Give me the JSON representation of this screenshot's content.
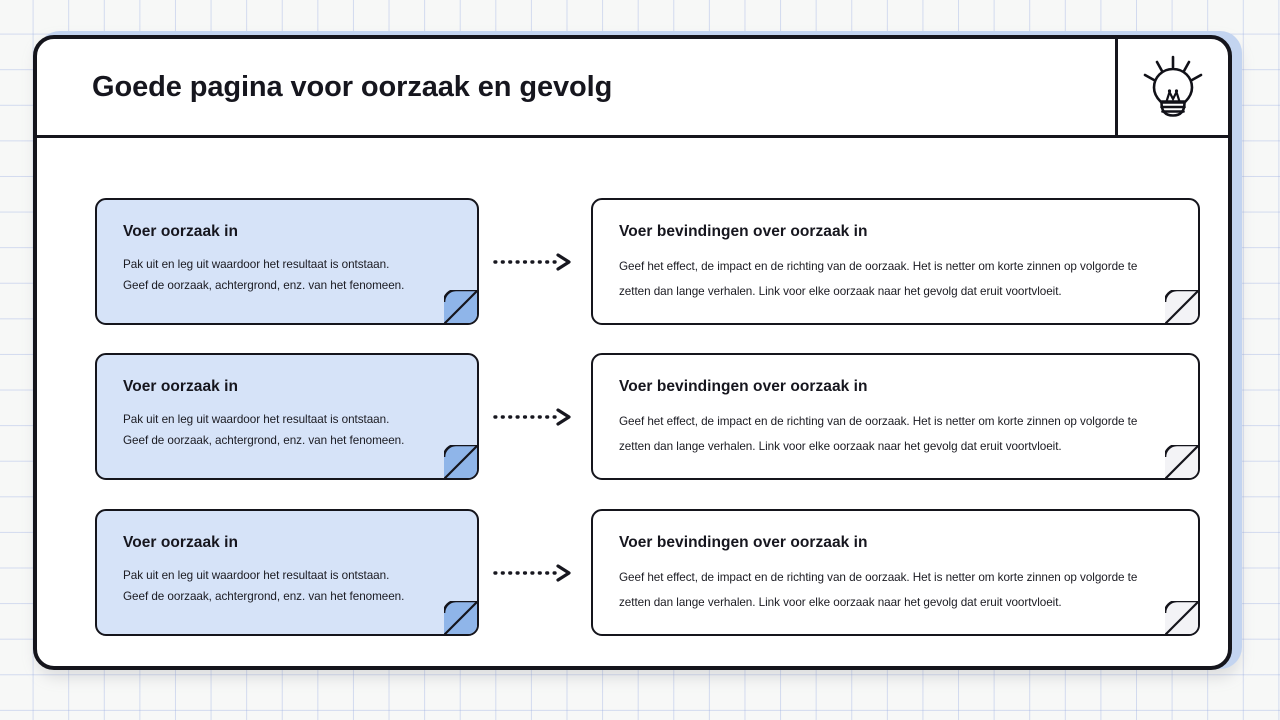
{
  "header": {
    "title": "Goede pagina voor oorzaak en gevolg",
    "icon": "lightbulb-icon"
  },
  "theme": {
    "page_background": "#f7f8f7",
    "grid_line": "#96aae1",
    "frame_border": "#15151c",
    "frame_accent": "#c3d4f0",
    "cause_card_fill": "#d6e3f8",
    "cause_card_curl": "#8fb5e9",
    "finding_card_fill": "#ffffff",
    "finding_card_curl": "#f3f3f6",
    "text": "#16161e"
  },
  "connector": {
    "style": "dotted-arrow",
    "icon": "arrow-right-icon"
  },
  "rows": [
    {
      "cause": {
        "title": "Voer oorzaak in",
        "line1": "Pak uit en leg uit waardoor het resultaat is ontstaan.",
        "line2": "Geef de oorzaak, achtergrond, enz. van het fenomeen."
      },
      "finding": {
        "title": "Voer bevindingen over oorzaak in",
        "body": "Geef het effect, de impact en de richting van de oorzaak. Het is netter om korte zinnen op volgorde te zetten dan lange verhalen. Link voor elke oorzaak naar het gevolg dat eruit voortvloeit."
      }
    },
    {
      "cause": {
        "title": "Voer oorzaak in",
        "line1": "Pak uit en leg uit waardoor het resultaat is ontstaan.",
        "line2": "Geef de oorzaak, achtergrond, enz. van het fenomeen."
      },
      "finding": {
        "title": "Voer bevindingen over oorzaak in",
        "body": "Geef het effect, de impact en de richting van de oorzaak. Het is netter om korte zinnen op volgorde te zetten dan lange verhalen. Link voor elke oorzaak naar het gevolg dat eruit voortvloeit."
      }
    },
    {
      "cause": {
        "title": "Voer oorzaak in",
        "line1": "Pak uit en leg uit waardoor het resultaat is ontstaan.",
        "line2": "Geef de oorzaak, achtergrond, enz. van het fenomeen."
      },
      "finding": {
        "title": "Voer bevindingen over oorzaak in",
        "body": "Geef het effect, de impact en de richting van de oorzaak. Het is netter om korte zinnen op volgorde te zetten dan lange verhalen. Link voor elke oorzaak naar het gevolg dat eruit voortvloeit."
      }
    }
  ]
}
